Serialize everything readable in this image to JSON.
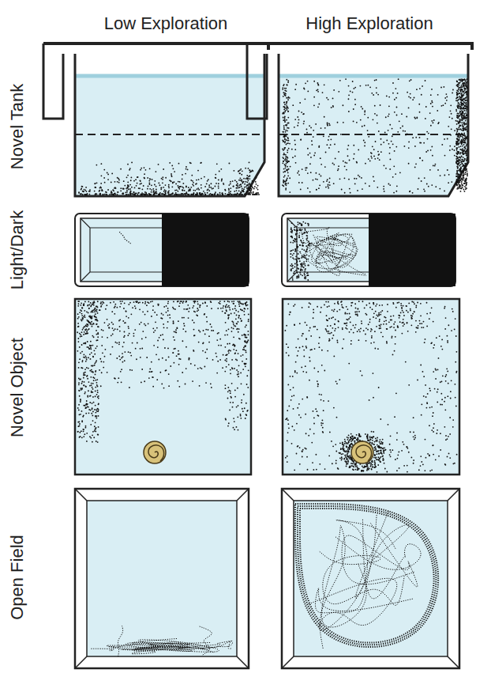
{
  "diagram": {
    "labels": [
      "Low Exploration",
      "High Exploration",
      "Novel Tank",
      "Light/Dark",
      "Novel Object",
      "Open Field"
    ]
  }
}
